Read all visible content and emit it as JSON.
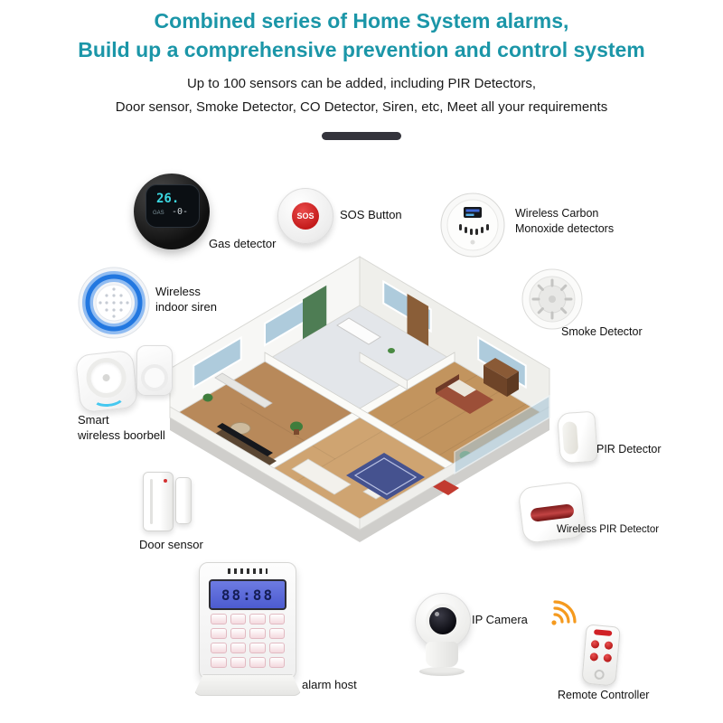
{
  "header": {
    "title_line1": "Combined series of Home System alarms,",
    "title_line2": "Build up a comprehensive prevention and control system",
    "subtitle_line1": "Up to 100 sensors can be added, including PIR Detectors,",
    "subtitle_line2": "Door sensor, Smoke Detector, CO Detector, Siren, etc, Meet all your requirements"
  },
  "colors": {
    "title_teal": "#1b96a8",
    "sos_red": "#c01616",
    "lcd_blue": "#4c5bd0",
    "siren_blue": "#2277e0",
    "wifi_orange": "#f59a1e"
  },
  "products": {
    "gas_detector": {
      "label": "Gas detector",
      "screen_main": "26.",
      "screen_sub": "-0-",
      "screen_tag": "GAS"
    },
    "sos_button": {
      "label": "SOS Button",
      "button_text": "SOS"
    },
    "co_detector": {
      "label_line1": "Wireless Carbon",
      "label_line2": "Monoxide detectors"
    },
    "smoke_detector": {
      "label": "Smoke Detector"
    },
    "indoor_siren": {
      "label_line1": "Wireless",
      "label_line2": "indoor siren"
    },
    "doorbell": {
      "label_line1": "Smart",
      "label_line2": "wireless boorbell"
    },
    "door_sensor": {
      "label": "Door sensor"
    },
    "pir_detector": {
      "label": "PIR Detector"
    },
    "wireless_pir": {
      "label": "Wireless PIR Detector"
    },
    "alarm_host": {
      "label": "alarm host",
      "lcd_text": "88:88"
    },
    "ip_camera": {
      "label": "IP Camera"
    },
    "remote_controller": {
      "label": "Remote Controller"
    }
  }
}
